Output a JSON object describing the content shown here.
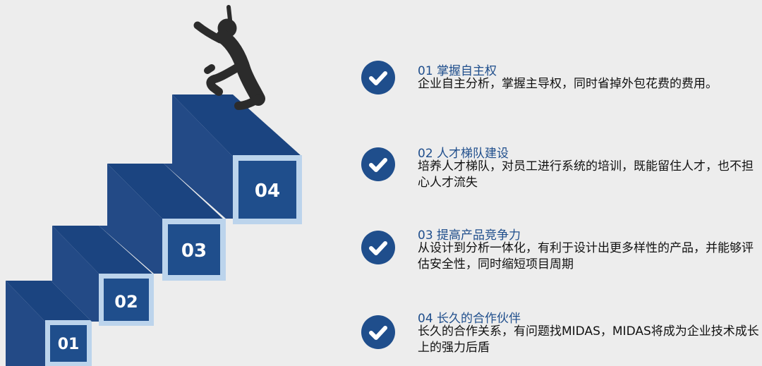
{
  "colors": {
    "step_front": "#1f4e8c",
    "step_side": "#1b4480",
    "step_top": "#254f8d",
    "box_frame": "#bcd4ec",
    "box_fill": "#1f4e8c",
    "check_bg": "#1f4e8c",
    "title_text": "#1f4e8c",
    "person": "#2b2b2b"
  },
  "steps": [
    {
      "num": "01"
    },
    {
      "num": "02"
    },
    {
      "num": "03"
    },
    {
      "num": "04"
    }
  ],
  "items": [
    {
      "icon": "check-icon",
      "title": "01 掌握自主权",
      "desc": "企业自主分析，掌握主导权，同时省掉外包花费的费用。"
    },
    {
      "icon": "check-icon",
      "title": "02 人才梯队建设",
      "desc": "培养人才梯队，对员工进行系统的培训，既能留住人才，也不担心人才流失"
    },
    {
      "icon": "check-icon",
      "title": "03 提高产品竞争力",
      "desc": "从设计到分析一体化，有利于设计出更多样性的产品，并能够评估安全性，同时缩短项目周期"
    },
    {
      "icon": "check-icon",
      "title": "04 长久的合作伙伴",
      "desc": "长久的合作关系，有问题找MIDAS，MIDAS将成为企业技术成长上的强力后盾"
    }
  ],
  "figure": {
    "icon": "climbing-person-icon"
  }
}
